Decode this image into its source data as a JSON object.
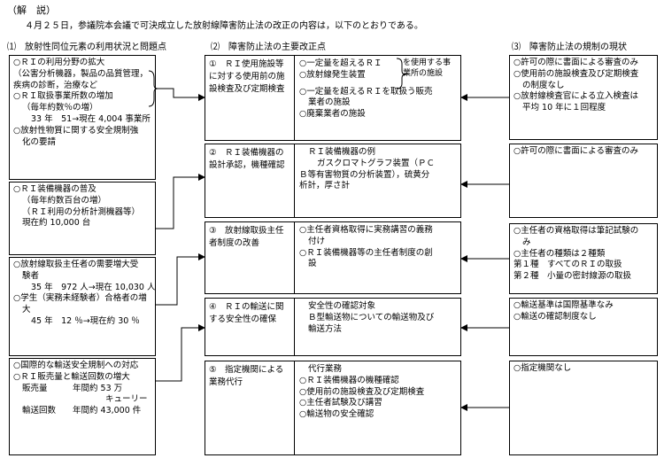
{
  "title": "（解　説）",
  "intro": "４月２５日，参議院本会議で可決成立した放射線障害防止法の改正の内容は，以下のとおりである。",
  "col1": {
    "heading": "⑴　放射性同位元素の利用状況と問題点",
    "boxes": [
      [
        "○ＲＩの利用分野の拡大",
        "（公害分析機器，製品の品質管理，",
        "疾病の診断，治療など",
        "○ＲＩ取扱事業所数の増加",
        "（毎年約数％の増）",
        "33 年　51→現在 4,004 事業所",
        "○放射性物質に関する安全規制強",
        "化の要請"
      ],
      [
        "○ＲＩ装備機器の普及",
        "（毎年約数百台の増）",
        "（ＲＩ利用の分析計測機器等）",
        "現在約 10,000 台"
      ],
      [
        "○放射線取扱主任者の需要増大受",
        "験者",
        "35 年　972 人→現在 10,030 人",
        "○学生（実務未経験者）合格者の増",
        "大",
        "45 年　12 ％→現在約 30 ％"
      ],
      [
        "○国際的な輸送安全規制への対応",
        "○ＲＩ販売量と輸送回数の増大",
        "販売量　　　年間約 53 万",
        "キューリー",
        "輸送回数　　年間約 43,000 件"
      ]
    ]
  },
  "col2": {
    "heading": "⑵　障害防止法の主要改正点",
    "rows": [
      {
        "label": "①　ＲＩ使用施設等に対する使用前の施設検査及び定期検査",
        "content": [
          "○一定量を超えるＲＩ",
          "○放射線発生装置",
          "○一定量を超えるＲＩを取扱う販売",
          "業者の施設",
          "○廃棄業者の施設"
        ],
        "brace_note": "を使用する事業所の施設"
      },
      {
        "label": "②　ＲＩ装備機器の設計承認，機種確認",
        "content": [
          "ＲＩ装備機器の例",
          "ガスクロマトグラフ装置（ＰＣ",
          "Ｂ等有害物質の分析装置），硫黄分",
          "析計，厚さ計"
        ]
      },
      {
        "label": "③　放射線取扱主任者制度の改善",
        "content": [
          "○主任者資格取得に実務講習の義務",
          "付け",
          "○ＲＩ装備機器等の主任者制度の創",
          "設"
        ]
      },
      {
        "label": "④　ＲＩの輸送に関する安全性の確保",
        "content": [
          "安全性の確認対象",
          "Ｂ型輸送物についての輸送物及び",
          "輸送方法"
        ]
      },
      {
        "label": "⑤　指定機関による業務代行",
        "content": [
          "代行業務",
          "○ＲＩ装備機器の機種確認",
          "○使用前の施設検査及び定期検査",
          "○主任者試験及び講習",
          "○輸送物の安全確認"
        ]
      }
    ]
  },
  "col3": {
    "heading": "⑶　障害防止法の規制の現状",
    "boxes": [
      [
        "○許可の際に書面による審査のみ",
        "○使用前の施設検査及び定期検査",
        "の制度なし",
        "○放射線検査官による立入検査は",
        "平均 10 年に１回程度"
      ],
      [
        "○許可の際に書面による審査のみ"
      ],
      [
        "○主任者の資格取得は筆記試験の",
        "み",
        "○主任者の種類は２種類",
        "第１種　すべてのＲＩの取扱",
        "第２種　小量の密封線源の取扱"
      ],
      [
        "○輸送基準は国際基準なみ",
        "○輸送の確認制度なし"
      ],
      [
        "○指定機関なし"
      ]
    ]
  }
}
